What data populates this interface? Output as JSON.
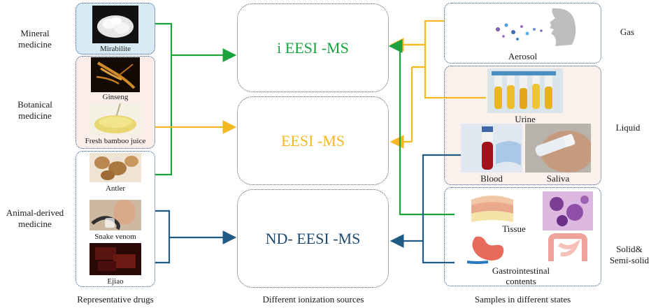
{
  "left_categories": {
    "mineral": "Mineral\nmedicine",
    "botanical": "Botanical\nmedicine",
    "animal": "Animal-derived\nmedicine"
  },
  "drugs": {
    "mirabilite": "Mirabilite",
    "ginseng": "Ginseng",
    "bamboo": "Fresh bamboo juice",
    "antler": "Antler",
    "snake": "Snake venom",
    "ejiao": "Ejiao"
  },
  "sources": {
    "ieesi": "i EESI -MS",
    "eesi": "EESI -MS",
    "ndeesi": "ND- EESI -MS"
  },
  "samples": {
    "aerosol": "Aerosol",
    "urine": "Urine",
    "blood": "Blood",
    "saliva": "Saliva",
    "tissue": "Tissue",
    "gi": "Gastrointestinal\ncontents"
  },
  "right_categories": {
    "gas": "Gas",
    "liquid": "Liquid",
    "solid": "Solid&\nSemi-solid"
  },
  "bottom_labels": {
    "drugs": "Representative drugs",
    "sources": "Different ionization sources",
    "samples": "Samples in different states"
  },
  "colors": {
    "green": "#1aa33a",
    "yellow": "#f5b821",
    "blue": "#1f5b85",
    "panel_border": "#2b4f8a"
  }
}
